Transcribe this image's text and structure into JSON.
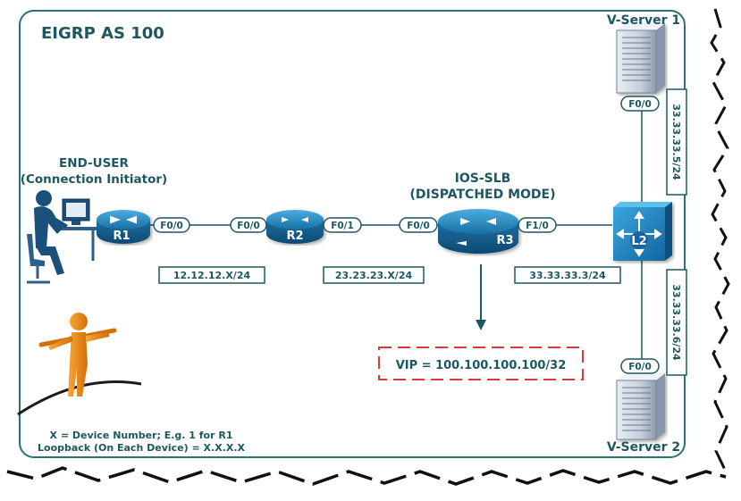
{
  "diagram": {
    "title": "EIGRP AS 100",
    "end_user": {
      "line1": "END-USER",
      "line2": "(Connection Initiator)"
    },
    "slb": {
      "line1": "IOS-SLB",
      "line2": "(DISPATCHED MODE)"
    },
    "routers": {
      "r1": "R1",
      "r2": "R2",
      "r3": "R3"
    },
    "switch": "L2",
    "servers": {
      "top": "V-Server 1",
      "bottom": "V-Server 2"
    },
    "ports": {
      "r1_f00": "F0/0",
      "r2_f00": "F0/0",
      "r2_f01": "F0/1",
      "r3_f00": "F0/0",
      "r3_f10": "F1/0",
      "vs1_f00": "F0/0",
      "vs2_f00": "F0/0"
    },
    "subnets": {
      "r1_r2": "12.12.12.X/24",
      "r2_r3": "23.23.23.X/24",
      "r3_sw": "33.33.33.3/24",
      "vs1": "33.33.33.5/24",
      "vs2": "33.33.33.6/24"
    },
    "vip": "VIP = 100.100.100.100/32",
    "notes": {
      "line1": "X = Device Number; E.g. 1 for R1",
      "line2": "Loopback (On Each Device) = X.X.X.X"
    },
    "colors": {
      "frame": "#1f6b74",
      "text_dark": "#1d5761",
      "router": "#1f7fb4",
      "vip_dash": "#d93a3a",
      "figure": "#e8860e"
    }
  }
}
